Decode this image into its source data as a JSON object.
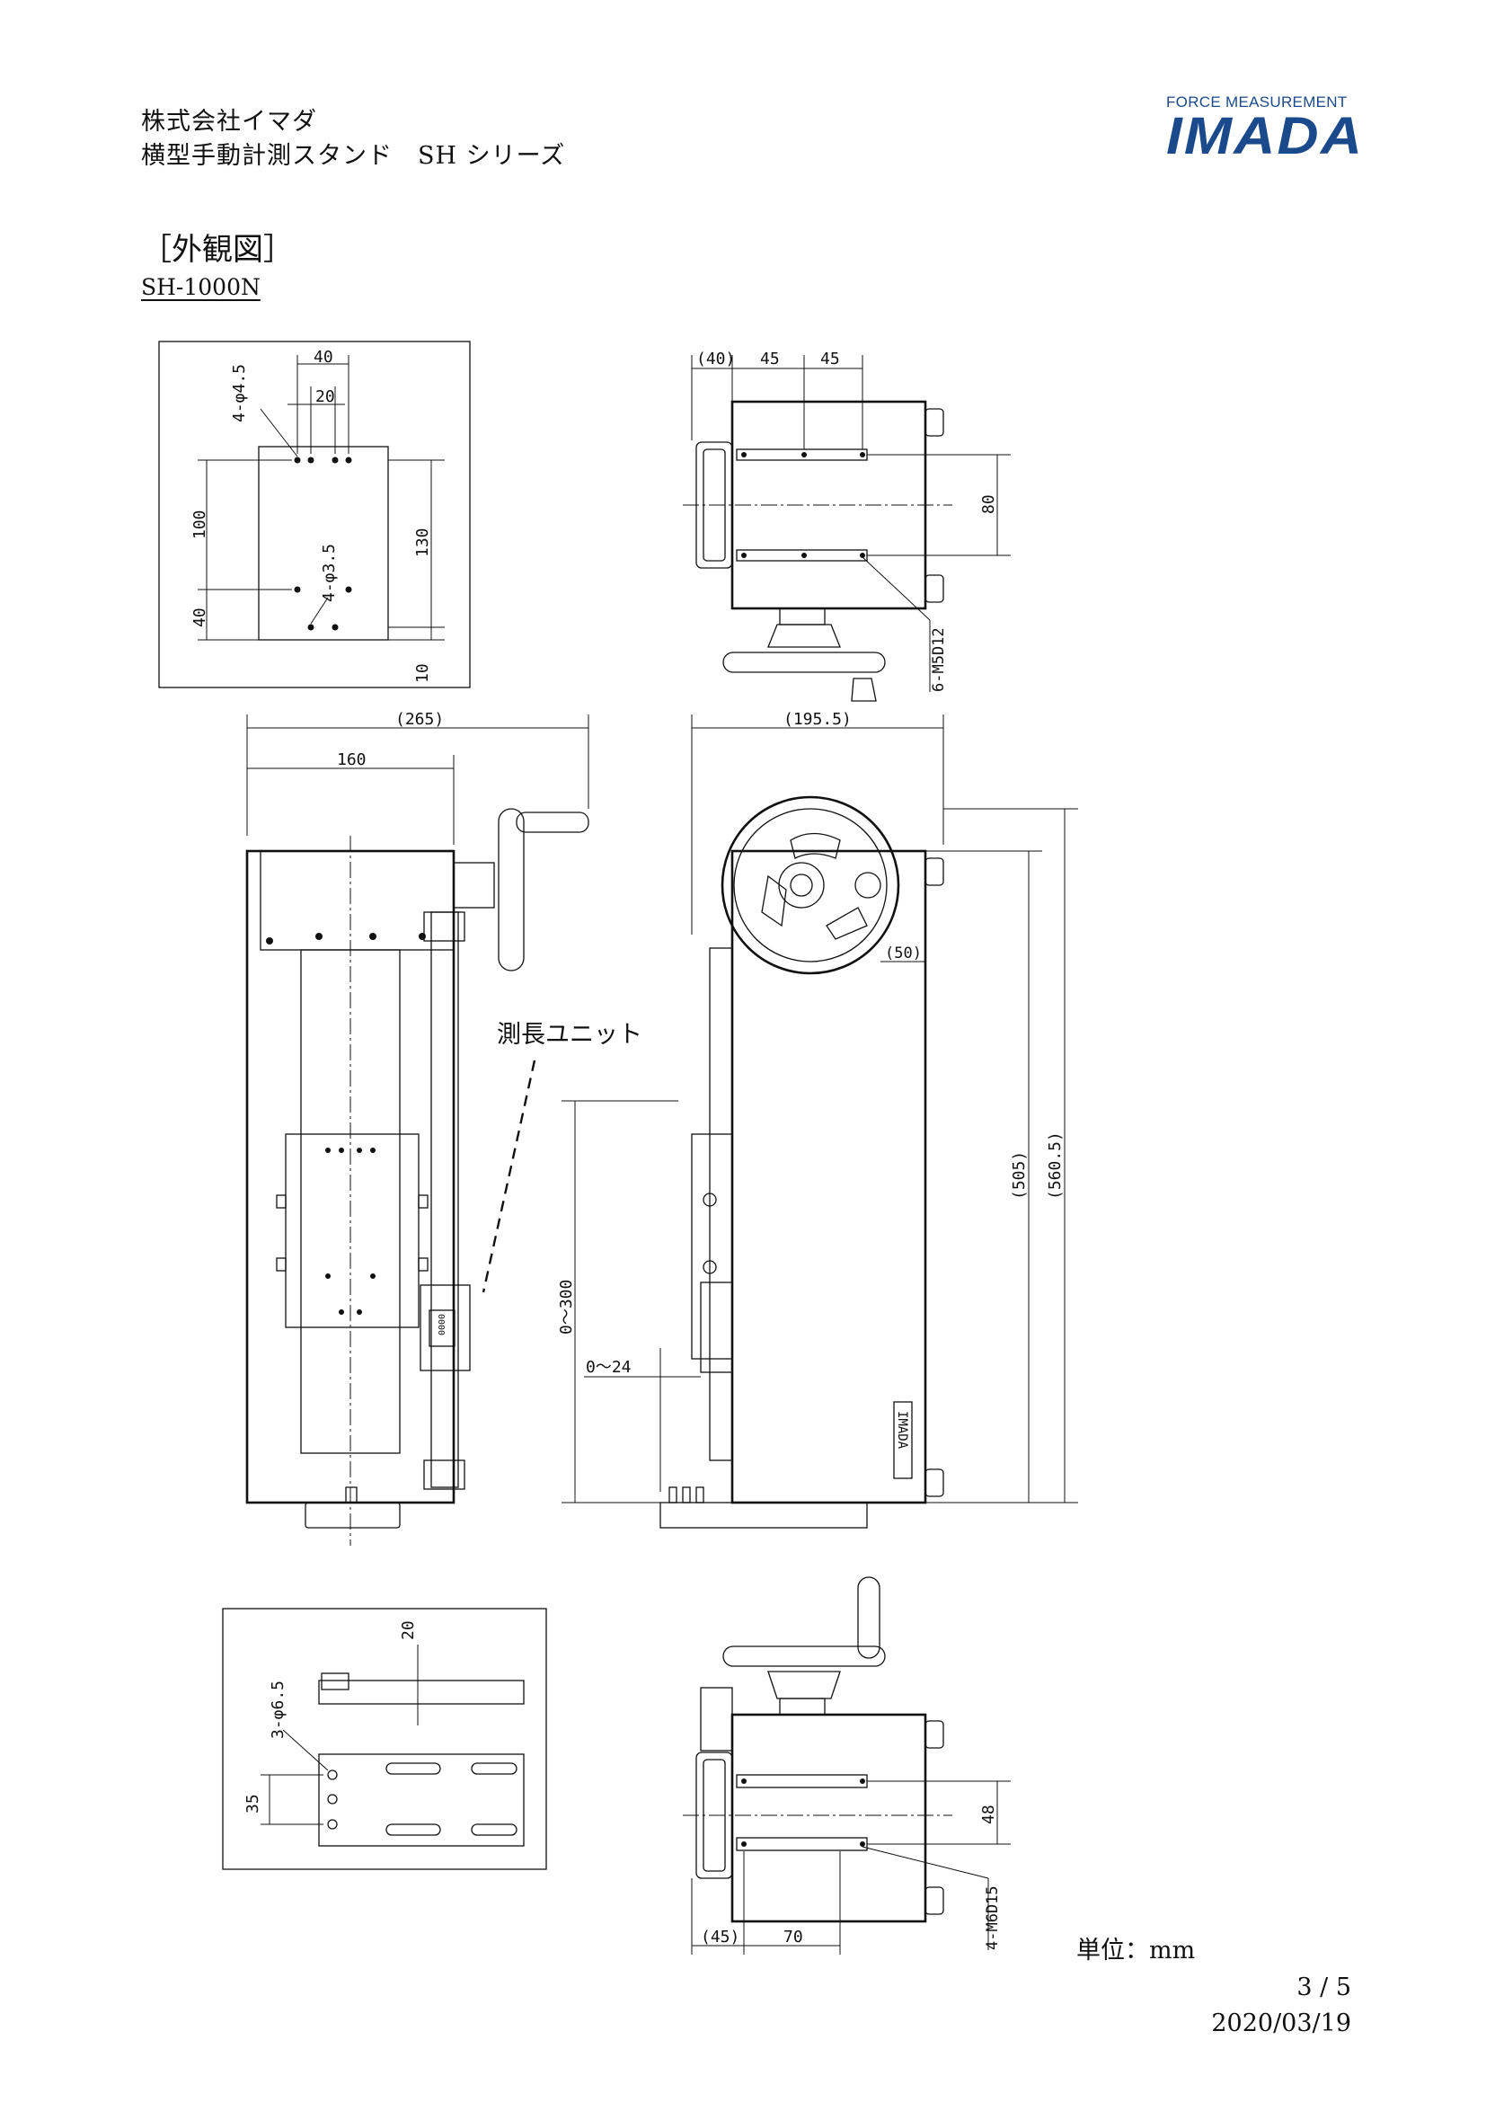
{
  "header": {
    "company": "株式会社イマダ",
    "product": "横型手動計測スタンド　SH シリーズ"
  },
  "logo": {
    "tagline": "FORCE MEASUREMENT",
    "brand": "IMADA",
    "color": "#1b4a8c"
  },
  "section_title": "［外観図］",
  "model": "SH-1000N",
  "views": {
    "base_plate": {
      "holes_label": "4-φ4.5",
      "holes2_label": "4-φ3.5",
      "dims": [
        "40",
        "20",
        "100",
        "40",
        "130",
        "10"
      ]
    },
    "top_view": {
      "dims": [
        "(40)",
        "45",
        "45",
        "80"
      ],
      "screw_label": "6-M5D12"
    },
    "front_view": {
      "dims": [
        "(265)",
        "160"
      ],
      "unit_label": "測長ユニット"
    },
    "side_view": {
      "dims": [
        "(195.5)",
        "(50)",
        "(505)",
        "(560.5)",
        "0～300",
        "0～24"
      ],
      "badge": "IMADA",
      "display": "0000"
    },
    "bottom_plate": {
      "holes_label": "3-φ6.5",
      "dims": [
        "20",
        "35"
      ]
    },
    "bottom_view": {
      "dims": [
        "(45)",
        "70",
        "48"
      ],
      "screw_label": "4-M6D15"
    }
  },
  "footer": {
    "unit": "単位：mm",
    "page": "3 / 5",
    "date": "2020/03/19"
  }
}
